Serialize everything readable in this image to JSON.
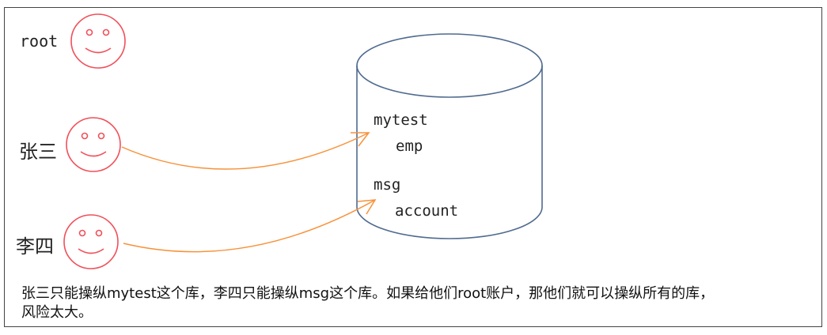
{
  "users": {
    "root": "root",
    "zhangsan": "张三",
    "lisi": "李四"
  },
  "database": {
    "mytest": "mytest",
    "emp": "emp",
    "msg": "msg",
    "account": "account"
  },
  "caption": {
    "line1": "张三只能操纵mytest这个库，李四只能操纵msg这个库。如果给他们root账户，那他们就可以操纵所有的库，",
    "line2": "风险太大。"
  },
  "colors": {
    "face": "#f0505a",
    "arrow": "#f7923a",
    "cylinder": "#4f6a8f",
    "border": "#444444"
  }
}
